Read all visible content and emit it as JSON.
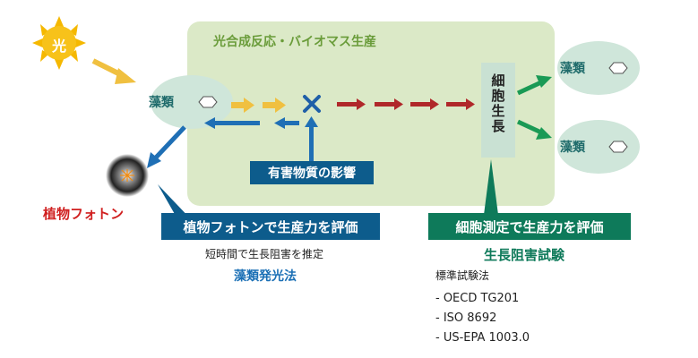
{
  "sun_label": "光",
  "panel_title": "光合成反応・バイオマス生産",
  "algae_left_label": "藻類",
  "algae_top_right_label": "藻類",
  "algae_bottom_right_label": "藻類",
  "cell_growth_label": "細胞生長",
  "harmful_effect_label": "有害物質の影響",
  "plant_photon_label": "植物フォトン",
  "photon_eval_label": "植物フォトンで生産力を評価",
  "photon_eval_desc": "短時間で生長阻害を推定",
  "photon_method": "藻類発光法",
  "cell_eval_label": "細胞測定で生産力を評価",
  "cell_method": "生長阻害試験",
  "standards_heading": "標準試験法",
  "standards": [
    "- OECD TG201",
    "- ISO 8692",
    "- US-EPA 1003.0"
  ],
  "colors": {
    "sun": "#f5b800",
    "yellow_arrow": "#f0c040",
    "red_arrow": "#b0282a",
    "blue_arrow": "#1f6fb5",
    "green_arrow": "#1a9a55",
    "panel": "#dbe9c7",
    "dark_blue_box": "#0d5c8c",
    "dark_green_box": "#0e7a5a",
    "plant_photon_text": "#d02020",
    "method_blue": "#1a6fb5",
    "method_green": "#0e7a5a"
  },
  "icons": [
    "sun-icon",
    "hexagon-icon",
    "cross-icon",
    "glow-icon"
  ]
}
